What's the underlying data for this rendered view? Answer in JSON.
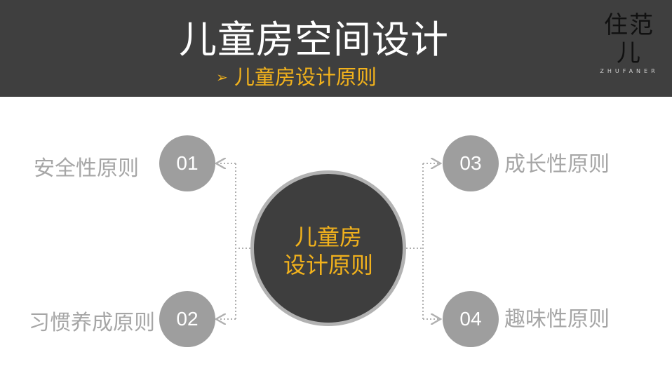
{
  "header": {
    "title": "儿童房空间设计",
    "subtitle_marker": "➢",
    "subtitle": "儿童房设计原则",
    "logo_mark": "住范儿",
    "logo_sub": "ZHUFANER"
  },
  "center": {
    "line1": "儿童房",
    "line2": "设计原则"
  },
  "principles": [
    {
      "number": "01",
      "label": "安全性原则"
    },
    {
      "number": "02",
      "label": "习惯养成原则"
    },
    {
      "number": "03",
      "label": "成长性原则"
    },
    {
      "number": "04",
      "label": "趣味性原则"
    }
  ],
  "colors": {
    "header_bg": "#3f3f3f",
    "accent": "#f2b21c",
    "circle_gray": "#9e9e9e",
    "center_bg": "#3e3e3e",
    "label_gray": "#a6a6a6",
    "connector": "#b0b0b0"
  }
}
